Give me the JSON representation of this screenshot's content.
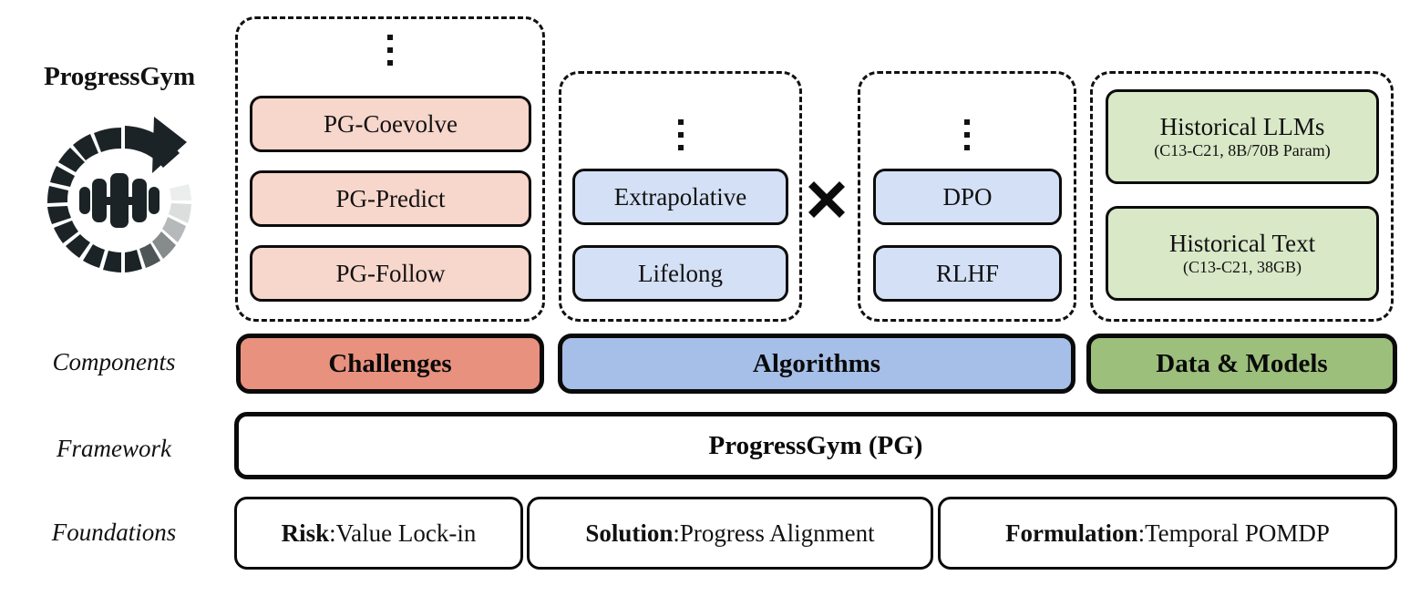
{
  "brand": {
    "title": "ProgressGym",
    "logo_icon": "progress-gym-logo-circular-arrow-dumbbell"
  },
  "row_labels": {
    "components": "Components",
    "framework": "Framework",
    "foundations": "Foundations"
  },
  "groups": {
    "challenges": {
      "ellipsis": "vertical-ellipsis",
      "items": [
        {
          "main": "PG-Coevolve",
          "sub": ""
        },
        {
          "main": "PG-Predict",
          "sub": ""
        },
        {
          "main": "PG-Follow",
          "sub": ""
        }
      ]
    },
    "algorithms_left": {
      "ellipsis": "vertical-ellipsis",
      "items": [
        {
          "main": "Extrapolative",
          "sub": ""
        },
        {
          "main": "Lifelong",
          "sub": ""
        }
      ]
    },
    "algorithms_right": {
      "ellipsis": "vertical-ellipsis",
      "items": [
        {
          "main": "DPO",
          "sub": ""
        },
        {
          "main": "RLHF",
          "sub": ""
        }
      ]
    },
    "data_models": {
      "items": [
        {
          "main": "Historical LLMs",
          "sub": "(C13-C21, 8B/70B Param)"
        },
        {
          "main": "Historical Text",
          "sub": "(C13-C21, 38GB)"
        }
      ]
    }
  },
  "operators": {
    "times": "×"
  },
  "components": [
    {
      "label": "Challenges",
      "color": "#e8917f"
    },
    {
      "label": "Algorithms",
      "color": "#a5bfe8"
    },
    {
      "label": "Data & Models",
      "color": "#9cbf7c"
    }
  ],
  "framework": {
    "label": "ProgressGym (PG)"
  },
  "foundations": [
    {
      "label": "Risk",
      "separator": ": ",
      "value": "Value Lock-in"
    },
    {
      "label": "Solution",
      "separator": ": ",
      "value": "Progress Alignment"
    },
    {
      "label": "Formulation",
      "separator": ": ",
      "value": "Temporal POMDP"
    }
  ],
  "colors": {
    "pink_item": "#f7d6cb",
    "blue_item": "#d3e0f5",
    "green_item": "#d9e8c7",
    "challenges_bar": "#e8917f",
    "algorithms_bar": "#a5bfe8",
    "data_models_bar": "#9cbf7c",
    "outline": "#0a0a0a"
  }
}
